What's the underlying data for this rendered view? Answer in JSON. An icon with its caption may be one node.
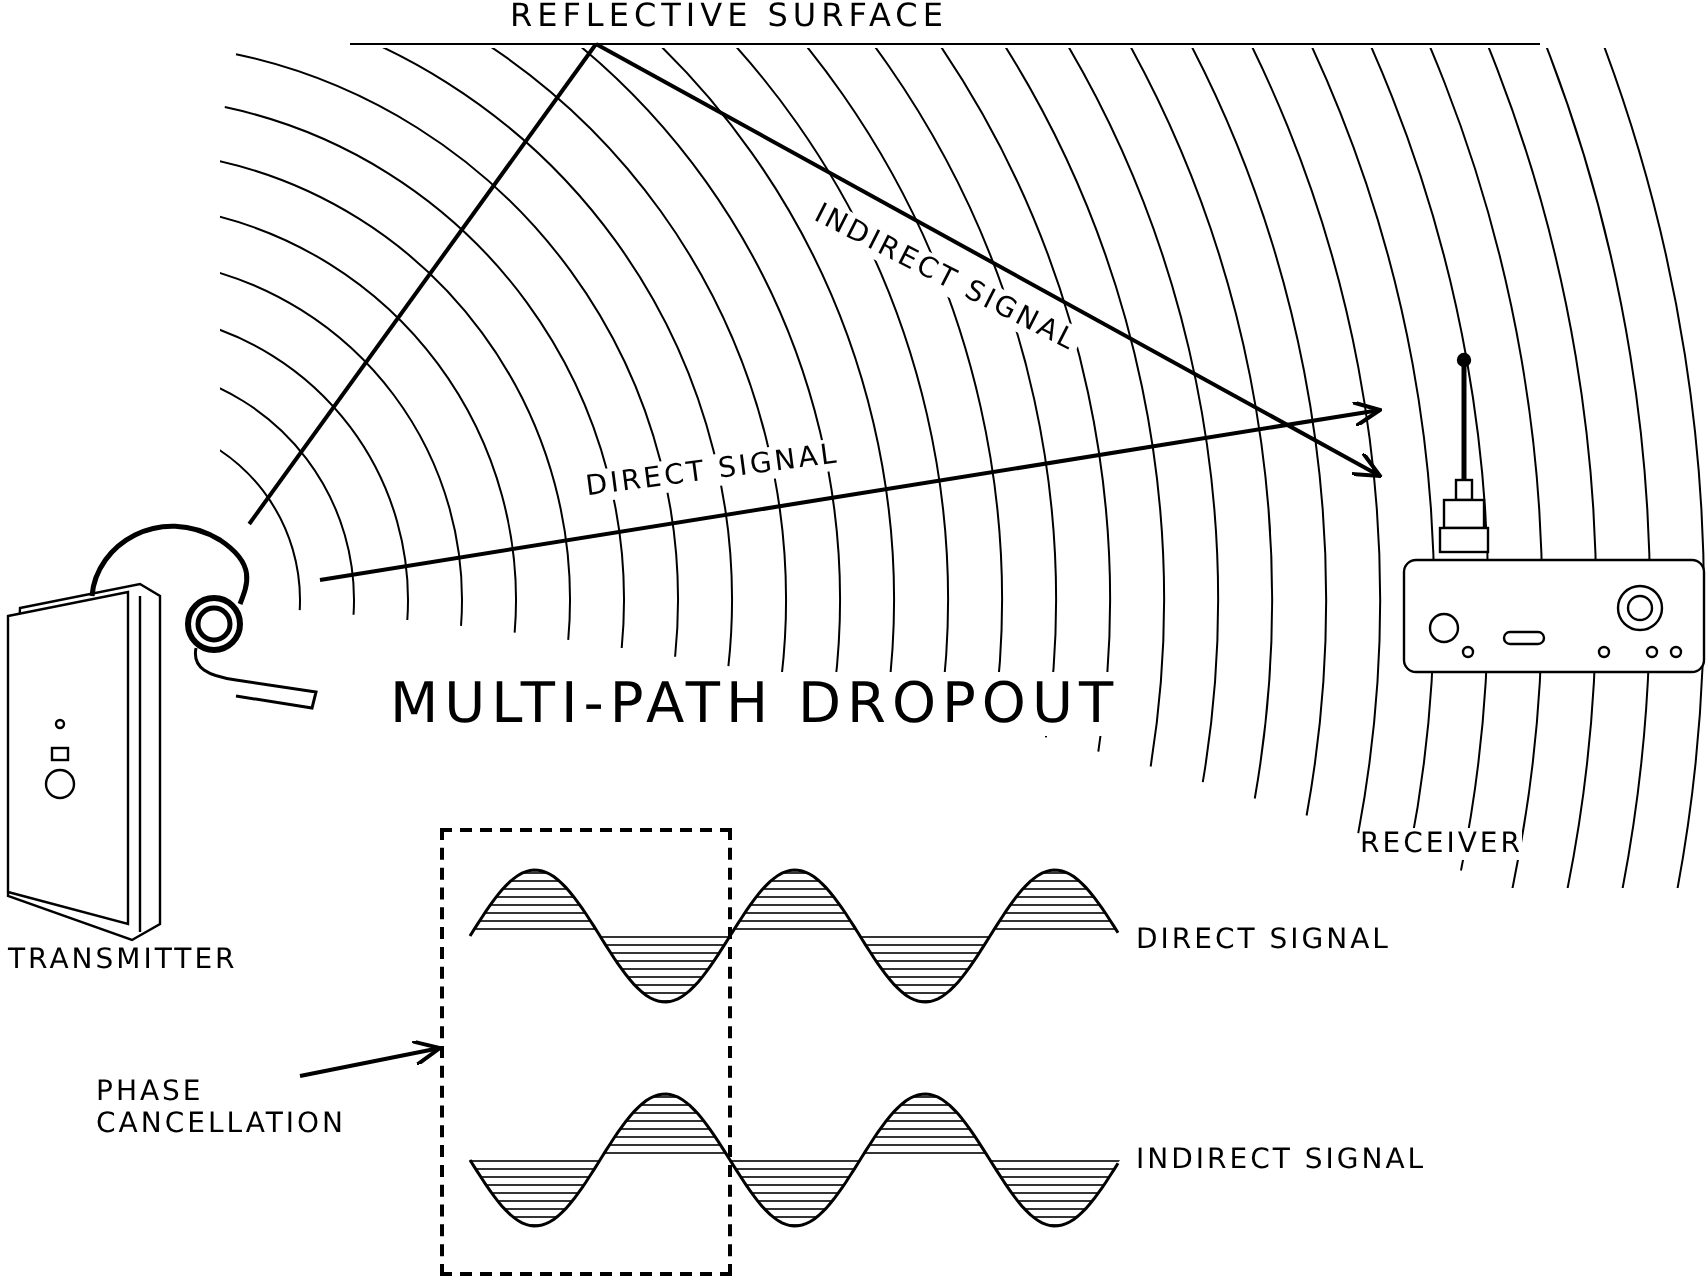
{
  "diagram": {
    "title": "MULTI-PATH DROPOUT",
    "nodes": [
      {
        "text": [
          "REFLECTIVE SURFACE"
        ]
      },
      {
        "text": [
          "TRANSMITTER"
        ]
      },
      {
        "text": [
          "RECEIVER"
        ]
      },
      {
        "text": [
          "PHASE CANCELLATION"
        ]
      },
      {
        "text": [],
        "shape": "box"
      }
    ],
    "edges": [
      {
        "from": 1,
        "to": 0,
        "arrow": "none"
      },
      {
        "from": 0,
        "to": 2,
        "arrow": "to",
        "label": "INDIRECT SIGNAL"
      },
      {
        "from": 1,
        "to": 2,
        "arrow": "to",
        "label": "DIRECT SIGNAL"
      },
      {
        "from": 3,
        "to": 4,
        "arrow": "to"
      }
    ],
    "labels": [
      "DIRECT SIGNAL",
      "INDIRECT SIGNAL"
    ]
  }
}
